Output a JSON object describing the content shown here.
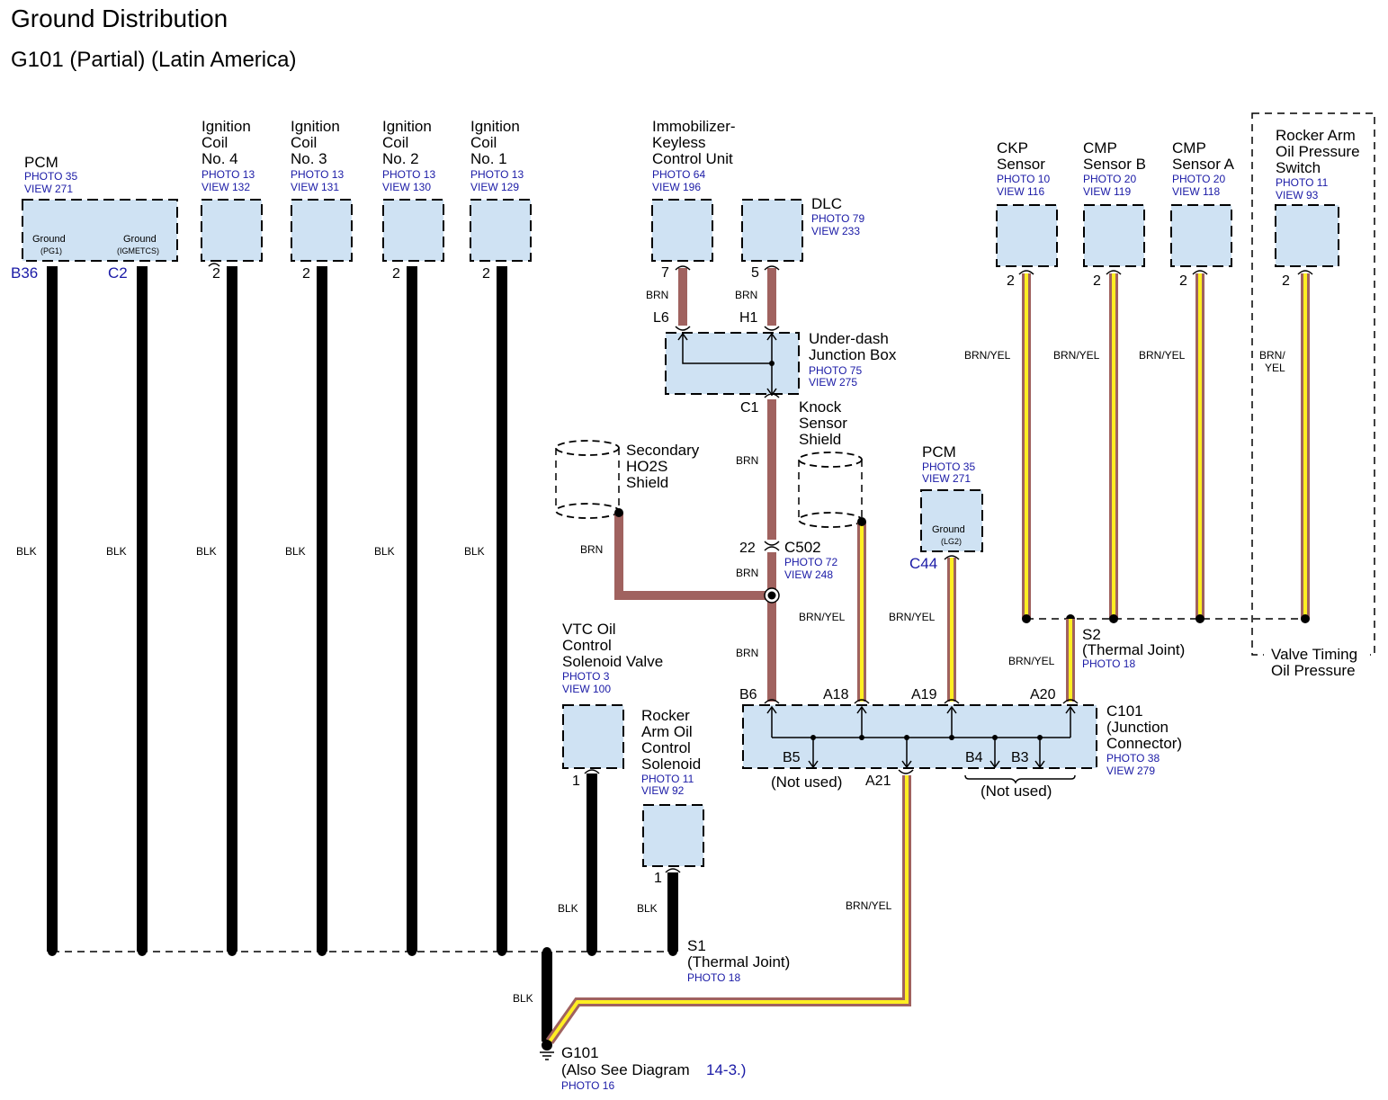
{
  "title": "Ground Distribution",
  "subtitle": "G101 (Partial) (Latin America)",
  "colors": {
    "component_fill": "#cfe2f3",
    "blk": "#000000",
    "brn": "#a0625f",
    "yel": "#ffee22",
    "photo_text": "#1a1aa6"
  },
  "pcm_left": {
    "name": "PCM",
    "photo": "PHOTO 35",
    "view": "VIEW 271",
    "pin_labels": [
      "Ground",
      "(PG1)",
      "Ground",
      "(IGMETCS)"
    ],
    "term_a": "B36",
    "term_b": "C2"
  },
  "coils": [
    {
      "name": [
        "Ignition",
        "Coil",
        "No. 4"
      ],
      "photo": "PHOTO 13",
      "view": "VIEW 132",
      "pin": "2"
    },
    {
      "name": [
        "Ignition",
        "Coil",
        "No. 3"
      ],
      "photo": "PHOTO 13",
      "view": "VIEW 131",
      "pin": "2"
    },
    {
      "name": [
        "Ignition",
        "Coil",
        "No. 2"
      ],
      "photo": "PHOTO 13",
      "view": "VIEW 130",
      "pin": "2"
    },
    {
      "name": [
        "Ignition",
        "Coil",
        "No. 1"
      ],
      "photo": "PHOTO 13",
      "view": "VIEW 129",
      "pin": "2"
    }
  ],
  "immobilizer": {
    "name": [
      "Immobilizer-",
      "Keyless",
      "Control Unit"
    ],
    "photo": "PHOTO 64",
    "view": "VIEW 196",
    "pin": "7"
  },
  "dlc": {
    "name": "DLC",
    "photo": "PHOTO 79",
    "view": "VIEW 233",
    "pin": "5"
  },
  "underdash": {
    "name": [
      "Under-dash",
      "Junction Box"
    ],
    "photo": "PHOTO 75",
    "view": "VIEW 275",
    "term_l6": "L6",
    "term_h1": "H1",
    "term_c1": "C1"
  },
  "sensors": [
    {
      "name": [
        "CKP",
        "Sensor"
      ],
      "photo": "PHOTO 10",
      "view": "VIEW 116",
      "pin": "2"
    },
    {
      "name": [
        "CMP",
        "Sensor B"
      ],
      "photo": "PHOTO 20",
      "view": "VIEW 119",
      "pin": "2"
    },
    {
      "name": [
        "CMP",
        "Sensor A"
      ],
      "photo": "PHOTO 20",
      "view": "VIEW 118",
      "pin": "2"
    },
    {
      "name": [
        "Rocker Arm",
        "Oil Pressure",
        "Switch"
      ],
      "photo": "PHOTO 11",
      "view": "VIEW 93",
      "pin": "2"
    }
  ],
  "valve_timing": [
    "Valve Timing",
    "Oil Pressure"
  ],
  "secondary_ho2s": [
    "Secondary",
    "HO2S",
    "Shield"
  ],
  "knock": [
    "Knock",
    "Sensor",
    "Shield"
  ],
  "pcm_right": {
    "name": "PCM",
    "photo": "PHOTO 35",
    "view": "VIEW 271",
    "pin_labels": [
      "Ground",
      "(LG2)"
    ],
    "term": "C44"
  },
  "c502": {
    "pin": "22",
    "name": "C502",
    "photo": "PHOTO 72",
    "view": "VIEW 248"
  },
  "s2": {
    "name": "S2",
    "desc": "(Thermal Joint)",
    "photo": "PHOTO 18"
  },
  "c101": {
    "name": [
      "C101",
      "(Junction",
      "Connector)"
    ],
    "photo": "PHOTO 38",
    "view": "VIEW 279",
    "terms": [
      "B6",
      "A18",
      "A19",
      "A20",
      "B5",
      "A21",
      "B4",
      "B3"
    ],
    "not_used": "(Not used)"
  },
  "vtc": {
    "name": [
      "VTC Oil",
      "Control",
      "Solenoid Valve"
    ],
    "photo": "PHOTO 3",
    "view": "VIEW 100",
    "pin": "1"
  },
  "rocker_sol": {
    "name": [
      "Rocker",
      "Arm Oil",
      "Control",
      "Solenoid"
    ],
    "photo": "PHOTO 11",
    "view": "VIEW 92",
    "pin": "1"
  },
  "s1": {
    "name": "S1",
    "desc": "(Thermal Joint)",
    "photo": "PHOTO 18"
  },
  "g101": {
    "name": "G101",
    "desc": "(Also See Diagram",
    "link": "14-3.)",
    "photo": "PHOTO 16"
  },
  "wire_labels": {
    "blk": "BLK",
    "brn": "BRN",
    "brnyel": "BRN/YEL",
    "brn_split": [
      "BRN/",
      "YEL"
    ]
  }
}
